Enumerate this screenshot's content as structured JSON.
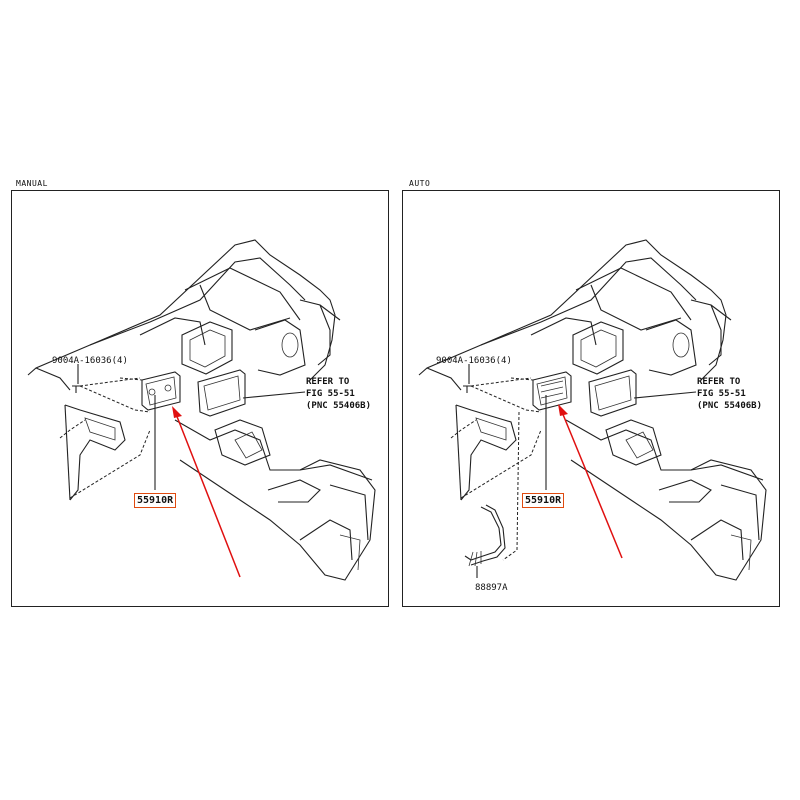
{
  "panels": [
    {
      "title": "MANUAL",
      "fastener_label": "9004A-16036(4)",
      "refer_line1": "REFER TO",
      "refer_line2": "FIG 55-51",
      "refer_line3": "(PNC 55406B)",
      "part_number": "55910R",
      "extra_part": ""
    },
    {
      "title": "AUTO",
      "fastener_label": "9004A-16036(4)",
      "refer_line1": "REFER TO",
      "refer_line2": "FIG 55-51",
      "refer_line3": "(PNC 55406B)",
      "part_number": "55910R",
      "extra_part": "88897A"
    }
  ],
  "colors": {
    "highlight_box": "#e04b10",
    "arrow": "#e01010",
    "line": "#222222"
  }
}
